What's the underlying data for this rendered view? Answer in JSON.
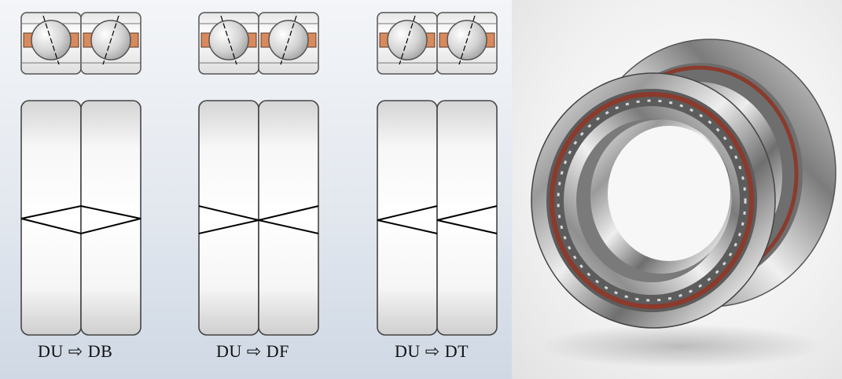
{
  "arrangements": [
    {
      "id": "db",
      "from_label": "DU",
      "arrow_glyph": "⇨",
      "to_label": "DB"
    },
    {
      "id": "df",
      "from_label": "DU",
      "arrow_glyph": "⇨",
      "to_label": "DF"
    },
    {
      "id": "dt",
      "from_label": "DU",
      "arrow_glyph": "⇨",
      "to_label": "DT"
    }
  ],
  "colors": {
    "spacer": "#d98a5c",
    "ring_outline": "#4a4a4a",
    "contact_line": "#000000",
    "ball": "#c9c9c9"
  },
  "photo": {
    "subject": "paired angular contact ball bearings",
    "icon": "bearing-photo"
  }
}
